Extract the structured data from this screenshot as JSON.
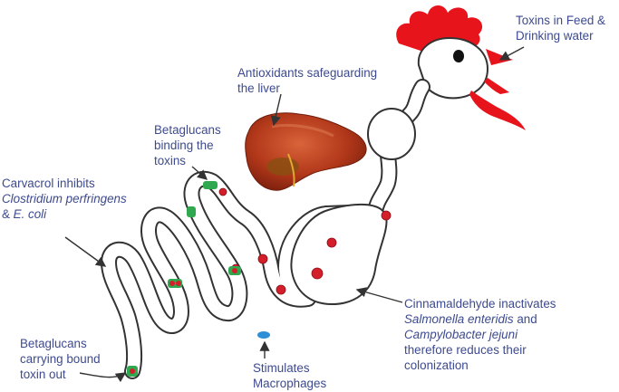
{
  "labels": {
    "toxins_feed": {
      "line1": "Toxins in Feed &",
      "line2": "Drinking water"
    },
    "antioxidants": {
      "line1": "Antioxidants safeguarding",
      "line2": "the liver"
    },
    "betaglucans_binding": {
      "line1": "Betaglucans",
      "line2": "binding the",
      "line3": "toxins"
    },
    "carvacrol": {
      "line1": "Carvacrol inhibits",
      "line2": "Clostridium perfringens",
      "line3_amp": "& ",
      "line3_it": "E. coli"
    },
    "betaglucans_out": {
      "line1": "Betaglucans",
      "line2": "carrying bound",
      "line3": "toxin out"
    },
    "macrophages": {
      "line1": "Stimulates",
      "line2": "Macrophages"
    },
    "cinnamaldehyde": {
      "line1": "Cinnamaldehyde inactivates",
      "line2_it": "Salmonella enteridis",
      "line2_rest": " and",
      "line3_it": "Campylobacter jejuni",
      "line4": "therefore reduces their",
      "line5": "colonization"
    }
  },
  "colors": {
    "text": "#3d4a8f",
    "comb": "#e8141c",
    "liver": "#b2381a",
    "pathogen": "#d41f2a",
    "betaglucan": "#2fa84f",
    "macrophage": "#2d8fd5",
    "outline": "#333333"
  },
  "icons": [
    "rooster-head",
    "liver",
    "digestive-tract",
    "pathogen",
    "betaglucan",
    "macrophage",
    "arrow"
  ]
}
